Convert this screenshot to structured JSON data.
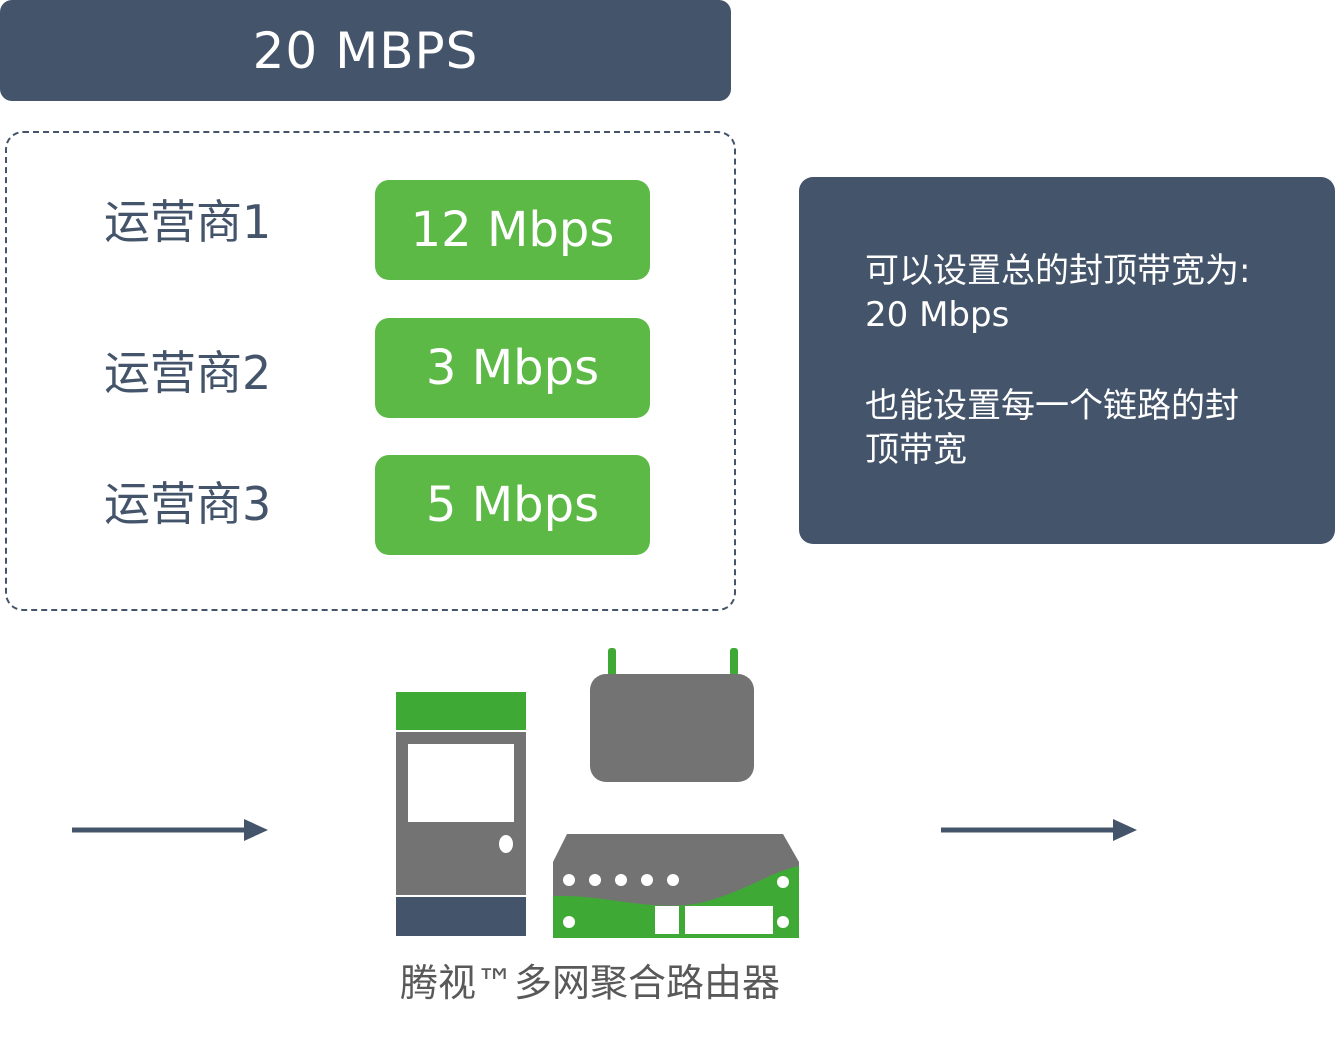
{
  "total_bandwidth": "20 MBPS",
  "carriers": [
    {
      "label": "运营商1",
      "bandwidth": "12 Mbps"
    },
    {
      "label": "运营商2",
      "bandwidth": "3 Mbps"
    },
    {
      "label": "运营商3",
      "bandwidth": "5 Mbps"
    }
  ],
  "info": {
    "line1": "可以设置总的封顶带宽为:",
    "line2": "20 Mbps",
    "line3": "也能设置每一个链路的封",
    "line4": "顶带宽"
  },
  "device_caption": "腾视™多网聚合路由器",
  "colors": {
    "dark": "#44546a",
    "green": "#5cb946",
    "device_gray": "#737373",
    "device_green": "#3eaa35"
  }
}
